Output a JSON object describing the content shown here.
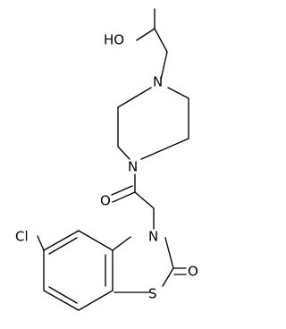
{
  "molecule": {
    "atoms": {
      "ho": "HO",
      "n_piperazine_top": "N",
      "n_piperazine_bottom": "N",
      "o_carbonyl": "O",
      "cl": "Cl",
      "n_benzothiazole": "N",
      "o_benzothiazolone": "O",
      "s": "S"
    }
  }
}
